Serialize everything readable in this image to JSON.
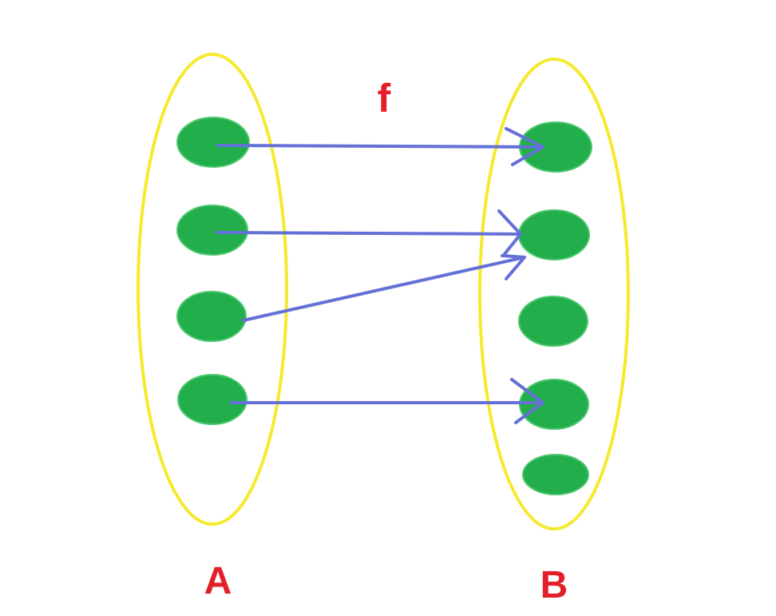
{
  "diagram": {
    "function_label": "f",
    "domain_label": "A",
    "codomain_label": "B",
    "colors": {
      "set_outline": "#f5ea2e",
      "element_fill": "#22ae4a",
      "element_stroke": "#4cc86e",
      "arrow": "#6470d6",
      "label": "#e3202a"
    },
    "domain_elements": 4,
    "codomain_elements": 5,
    "mapping": [
      {
        "from": 1,
        "to": 1
      },
      {
        "from": 2,
        "to": 2
      },
      {
        "from": 3,
        "to": 2
      },
      {
        "from": 4,
        "to": 4
      }
    ]
  }
}
